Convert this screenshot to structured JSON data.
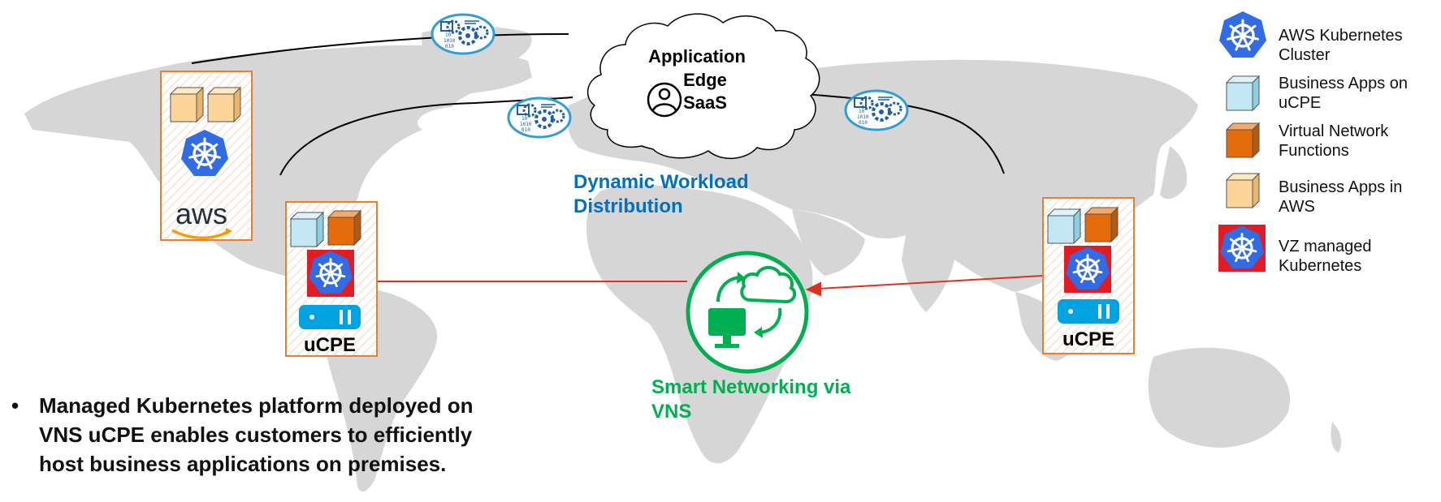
{
  "cloud": {
    "line1": "Application",
    "line2": "Edge",
    "line3": "SaaS"
  },
  "workload_label": {
    "line1": "Dynamic Workload",
    "line2": "Distribution"
  },
  "vns_label": {
    "line1": "Smart Networking via",
    "line2": "VNS"
  },
  "aws_box": {
    "logo_text": "aws"
  },
  "ucpe_left": {
    "label": "uCPE"
  },
  "ucpe_right": {
    "label": "uCPE"
  },
  "legend": {
    "items": [
      {
        "icon": "kubernetes-icon",
        "line1": "AWS Kubernetes",
        "line2": "Cluster"
      },
      {
        "icon": "blue-cube-icon",
        "line1": "Business Apps on",
        "line2": "uCPE"
      },
      {
        "icon": "orange-cube-icon",
        "line1": "Virtual Network",
        "line2": "Functions"
      },
      {
        "icon": "yellow-cube-icon",
        "line1": "Business Apps in",
        "line2": "AWS"
      },
      {
        "icon": "vz-kubernetes-icon",
        "line1": "VZ managed",
        "line2": "Kubernetes"
      }
    ]
  },
  "bullet": {
    "marker": "•",
    "line1": "Managed Kubernetes platform deployed on",
    "line2": "VNS uCPE enables customers to efficiently",
    "line3": "host business applications on premises."
  },
  "colors": {
    "orange": "#ED7D31",
    "blue_label": "#0070C0",
    "green_label": "#00B050",
    "k8s_blue": "#326CE5",
    "red": "#E03020",
    "map": "#D4D4D4"
  }
}
